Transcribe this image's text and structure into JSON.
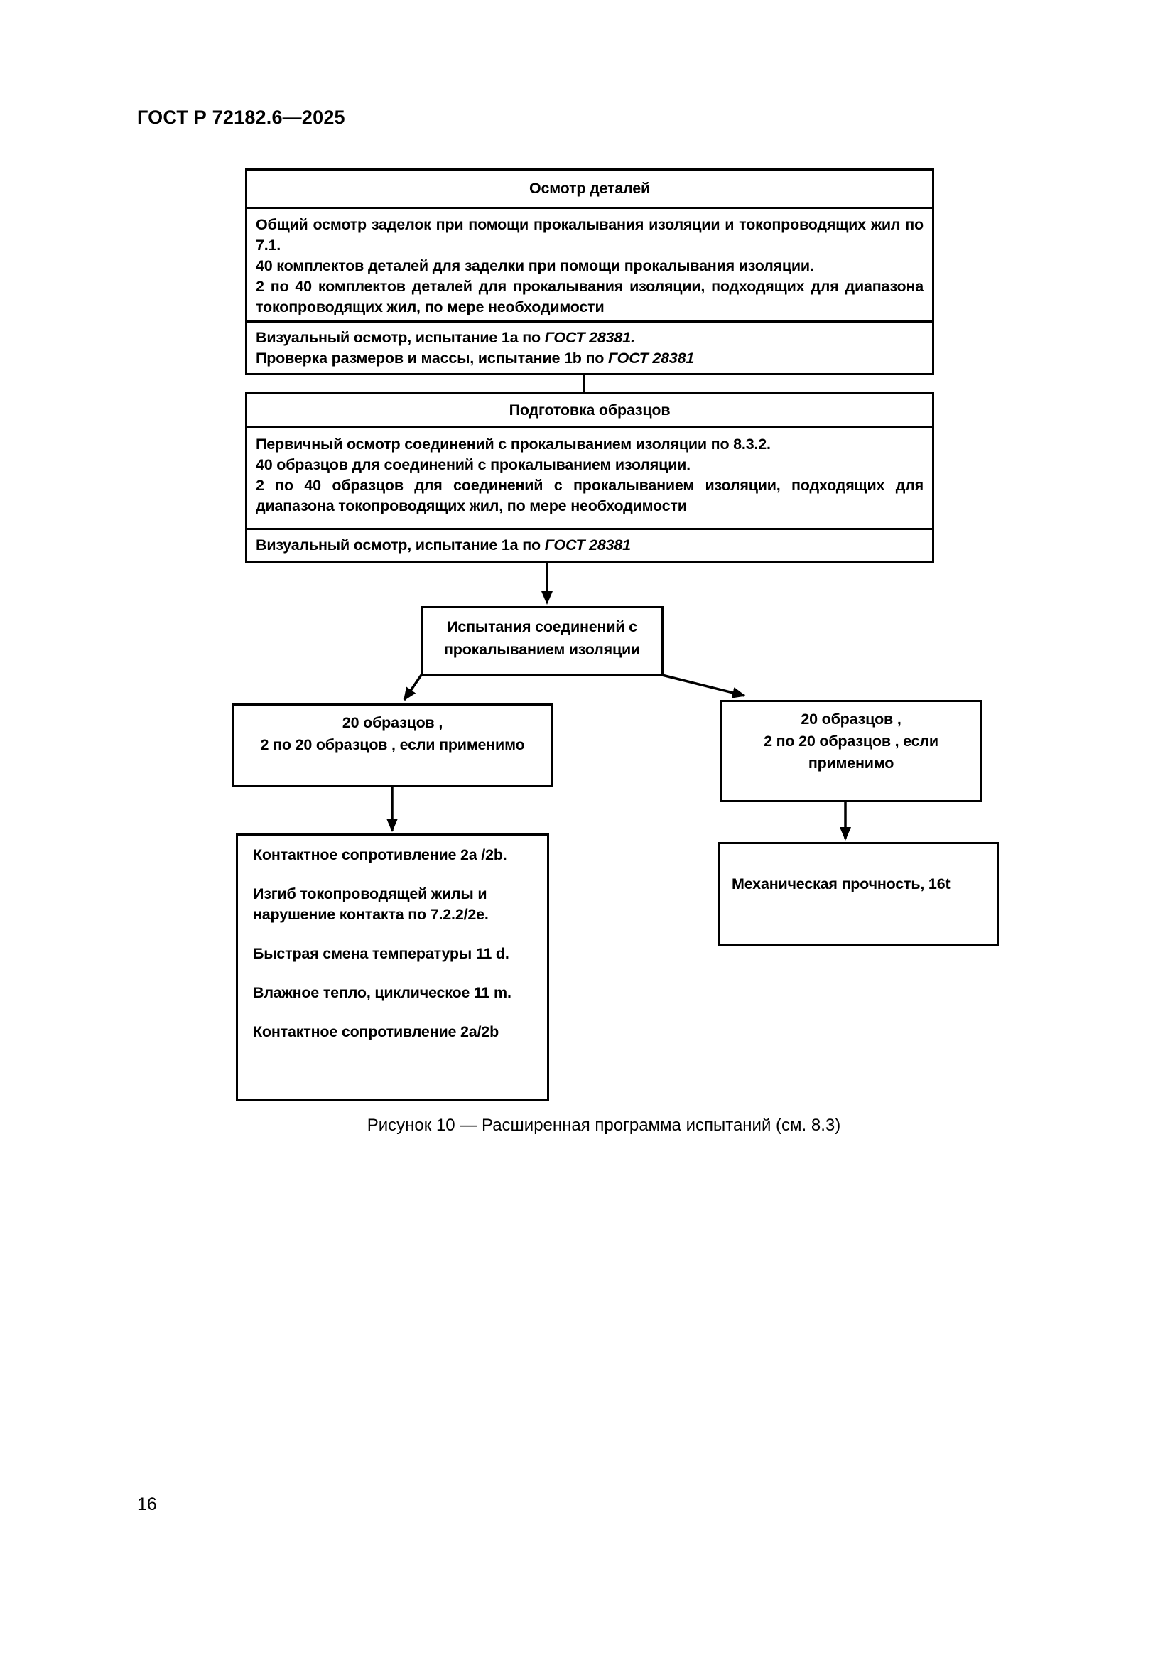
{
  "page": {
    "doc_number": "ГОСТ Р 72182.6—2025",
    "page_number": "16",
    "figure_caption": "Рисунок 10 — Расширенная программа испытаний (см. 8.3)"
  },
  "flowchart": {
    "inspection_box": {
      "title": "Осмотр деталей",
      "body_lines": [
        "Общий  осмотр заделок при помощи прокалывания изоляции и токопроводящих жил по",
        "7.1.",
        "40 комплектов деталей для заделки при помощи прокалывания изоляции.",
        "2 по 40 комплектов деталей для прокалывания изоляции, подходящих для диапазона",
        "токопроводящих жил, по мере необходимости"
      ],
      "footer": {
        "line1_text": "Визуальный осмотр, испытание 1а по ",
        "line1_ref": "ГОСТ 28381.",
        "line2_text": "Проверка размеров и массы, испытание 1b по ",
        "line2_ref": "ГОСТ 28381"
      }
    },
    "preparation_box": {
      "title": "Подготовка образцов",
      "body_lines": [
        "Первичный осмотр соединений с прокалыванием изоляции по 8.3.2.",
        "40 образцов для соединений с прокалыванием изоляции.",
        "2 по 40 образцов для соединений с прокалыванием изоляции, подходящих для",
        "диапазона токопроводящих жил, по мере необходимости"
      ],
      "footer": {
        "line1_text": "Визуальный осмотр, испытание 1а по ",
        "line1_ref": "ГОСТ 28381"
      }
    },
    "tests_header_box": {
      "lines": [
        "Испытания соединений с",
        "прокалыванием изоляции"
      ]
    },
    "left_samples_box": {
      "lines": [
        "20 образцов ,",
        "2 по 20 образцов , если применимо"
      ]
    },
    "right_samples_box": {
      "lines": [
        "20 образцов ,",
        "2 по 20 образцов , если",
        "применимо"
      ]
    },
    "left_tests_box": {
      "items": [
        {
          "lines": [
            "Контактное сопротивление 2a /2b."
          ]
        },
        {
          "lines": [
            "Изгиб токопроводящей жилы и",
            "нарушение контакта  по 7.2.2/2e."
          ]
        },
        {
          "lines": [
            "Быстрая смена температуры 11 d."
          ]
        },
        {
          "lines": [
            "Влажное тепло, циклическое 11 m."
          ]
        },
        {
          "lines": [
            "Контактное сопротивление 2a/2b"
          ]
        }
      ]
    },
    "right_tests_box": {
      "text": "Механическая прочность, 16t"
    }
  }
}
